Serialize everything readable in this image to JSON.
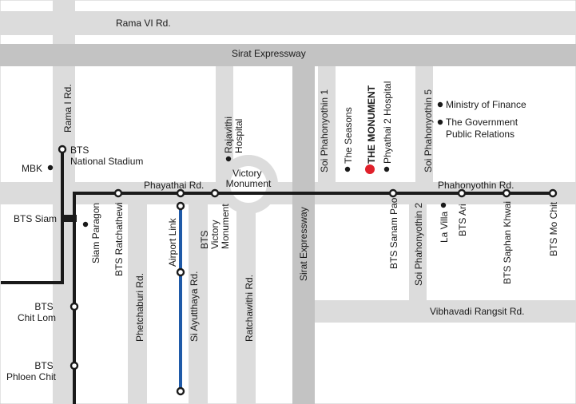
{
  "roads": {
    "rama_vi": "Rama VI Rd.",
    "sirat_h": "Sirat Expressway",
    "sirat_v": "Sirat Expressway",
    "rama_i": "Rama I Rd.",
    "phayathai": "Phayathai Rd.",
    "phahonyothin": "Phahonyothin Rd.",
    "phetchaburi": "Phetchaburi Rd.",
    "si_ayutthaya": "Si Ayutthaya Rd.",
    "ratchawithi": "Ratchawithi Rd.",
    "vibhavadi": "Vibhavadi Rangsit Rd.",
    "soi_phahonyothin_1": "Soi Phahonyothin 1",
    "soi_phahonyothin_2": "Soi Phahonyothin 2",
    "soi_phahonyothin_5": "Soi Phahonyothin 5"
  },
  "rail": {
    "airport_link": "Airport Link"
  },
  "stations": {
    "national_stadium": [
      "BTS",
      "National Stadium"
    ],
    "siam": "BTS Siam",
    "chit_lom": [
      "BTS",
      "Chit Lom"
    ],
    "phloen_chit": [
      "BTS",
      "Phloen Chit"
    ],
    "ratchathewi": "BTS Ratchathewi",
    "victory_monument": [
      "BTS",
      "Victory",
      "Monument"
    ],
    "sanam_pao": "BTS Sanam Pao",
    "ari": "BTS Ari",
    "saphan_khwai": "BTS Saphan Khwai",
    "mo_chit": "BTS Mo Chit"
  },
  "places": {
    "mbk": "MBK",
    "siam_paragon": "Siam Paragon",
    "rajavithi_hospital": [
      "Rajavithi",
      "Hospital"
    ],
    "victory_monument": [
      "Victory",
      "Monument"
    ],
    "the_seasons": "The Seasons",
    "the_monument": "THE MONUMENT",
    "phyathai_2_hospital": "Phyathai 2 Hospital",
    "la_villa": "La Villa",
    "ministry_of_finance": "Ministry of Finance",
    "government_pr": [
      "The Government",
      "Public Relations"
    ]
  },
  "colors": {
    "road": "#dcdcdc",
    "expressway": "#c3c3c3",
    "bts_line": "#1a1a1a",
    "airport_link": "#1f5aa8",
    "highlight": "#e0202a",
    "text": "#1a1a1a"
  }
}
